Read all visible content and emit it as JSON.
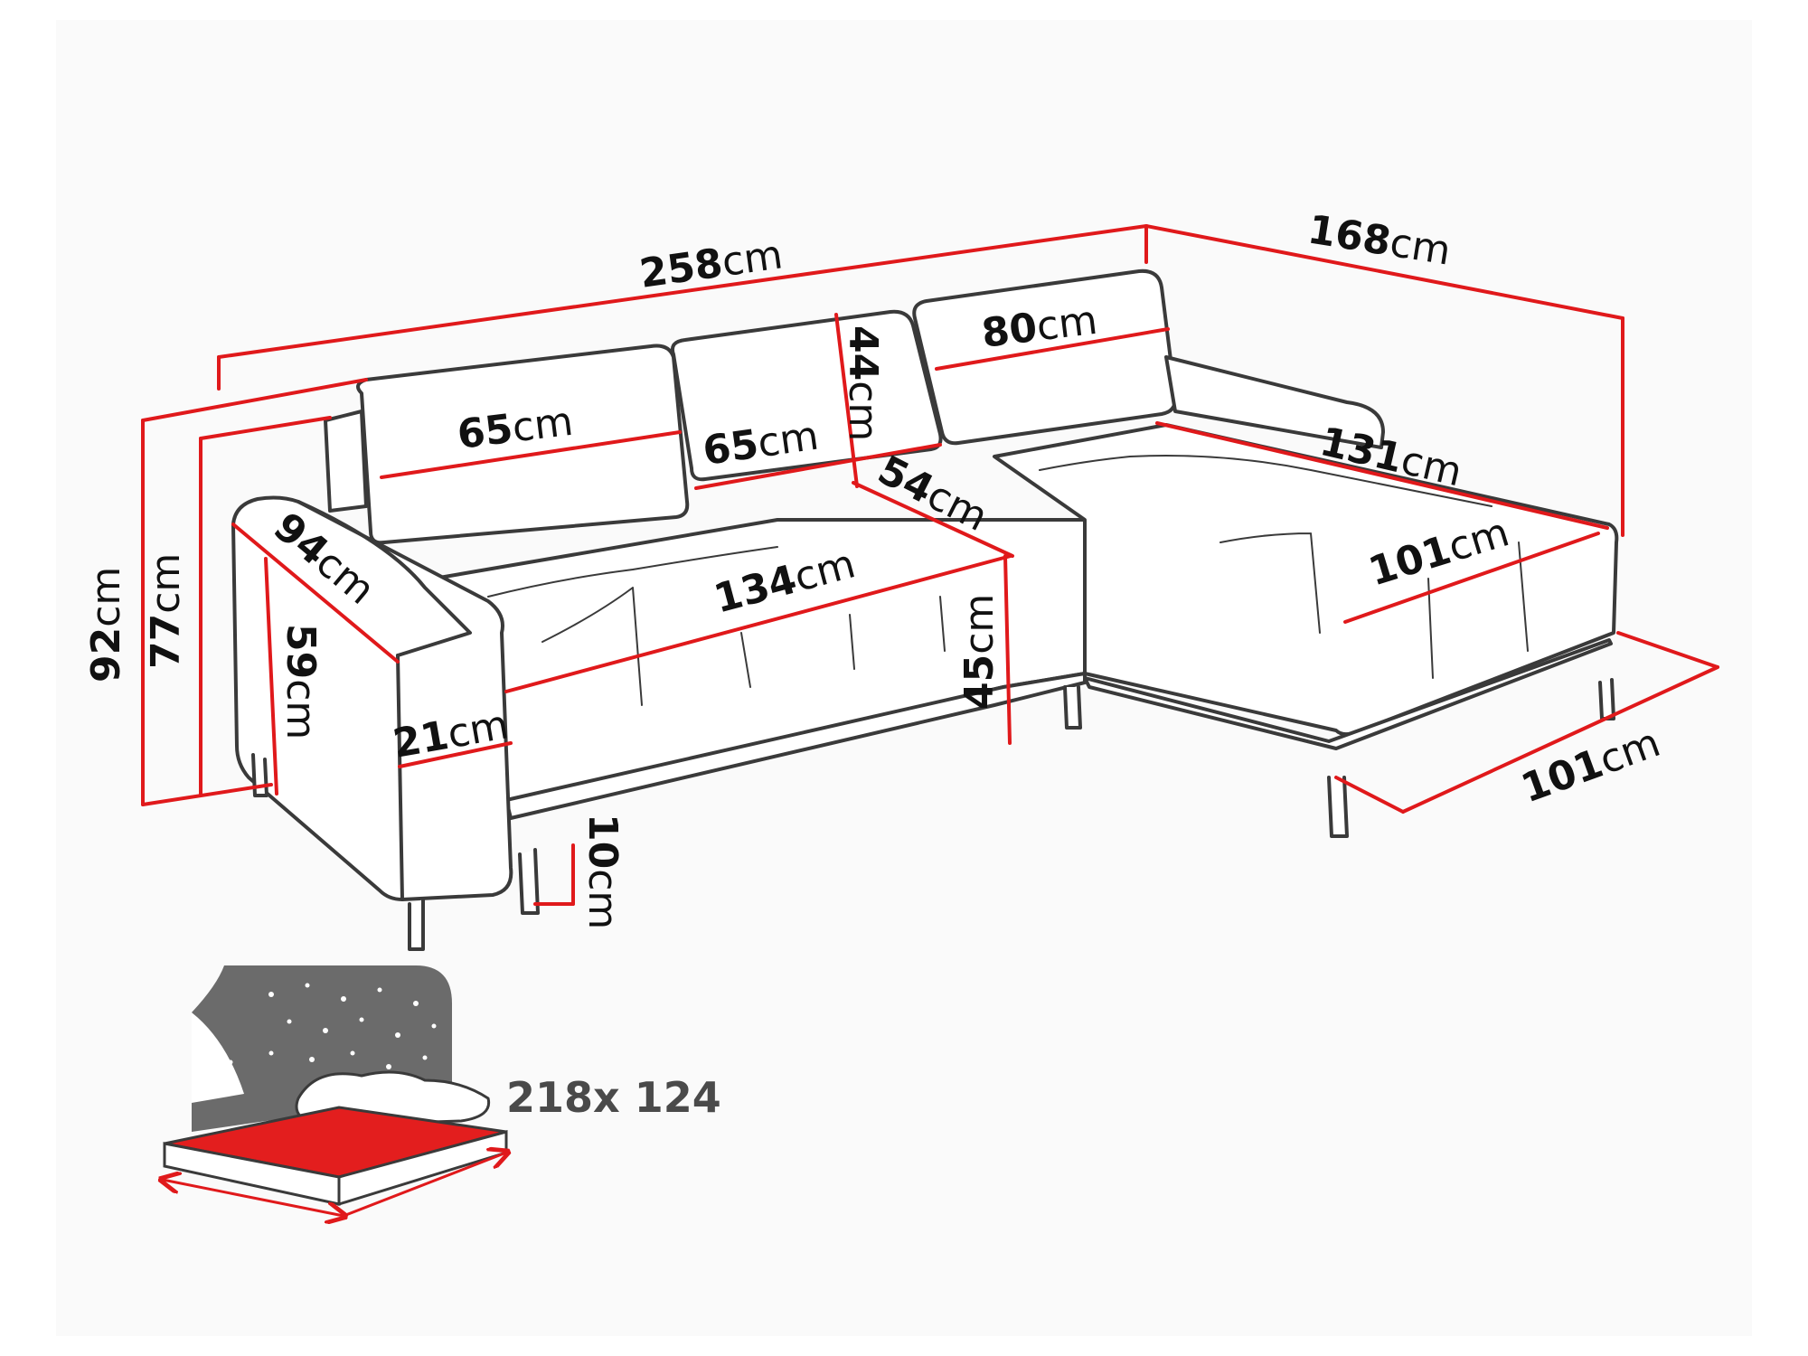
{
  "dimensions": {
    "total_width": {
      "value": "258",
      "unit": "cm"
    },
    "corner_depth": {
      "value": "168",
      "unit": "cm"
    },
    "back_cushion_1": {
      "value": "65",
      "unit": "cm"
    },
    "back_cushion_2": {
      "value": "65",
      "unit": "cm"
    },
    "back_cushion_3": {
      "value": "80",
      "unit": "cm"
    },
    "backrest_height": {
      "value": "44",
      "unit": "cm"
    },
    "seat_depth": {
      "value": "54",
      "unit": "cm"
    },
    "chaise_length": {
      "value": "131",
      "unit": "cm"
    },
    "chaise_inner_width": {
      "value": "101",
      "unit": "cm"
    },
    "chaise_outer_width": {
      "value": "101",
      "unit": "cm"
    },
    "seat_width": {
      "value": "134",
      "unit": "cm"
    },
    "seat_height": {
      "value": "45",
      "unit": "cm"
    },
    "armrest_depth": {
      "value": "94",
      "unit": "cm"
    },
    "armrest_height": {
      "value": "59",
      "unit": "cm"
    },
    "armrest_width": {
      "value": "21",
      "unit": "cm"
    },
    "total_height": {
      "value": "92",
      "unit": "cm"
    },
    "back_height": {
      "value": "77",
      "unit": "cm"
    },
    "leg_height": {
      "value": "10",
      "unit": "cm"
    }
  },
  "sleeping_area": {
    "label": "218x 124"
  },
  "colors": {
    "dimension_line": "#e0191b",
    "outline": "#3a3a3a",
    "night_panel": "#6b6b6b",
    "mattress": "#e31e1e",
    "background": "#fafafa"
  },
  "icons": [
    "sofa-bed-icon",
    "night-sky-icon"
  ]
}
